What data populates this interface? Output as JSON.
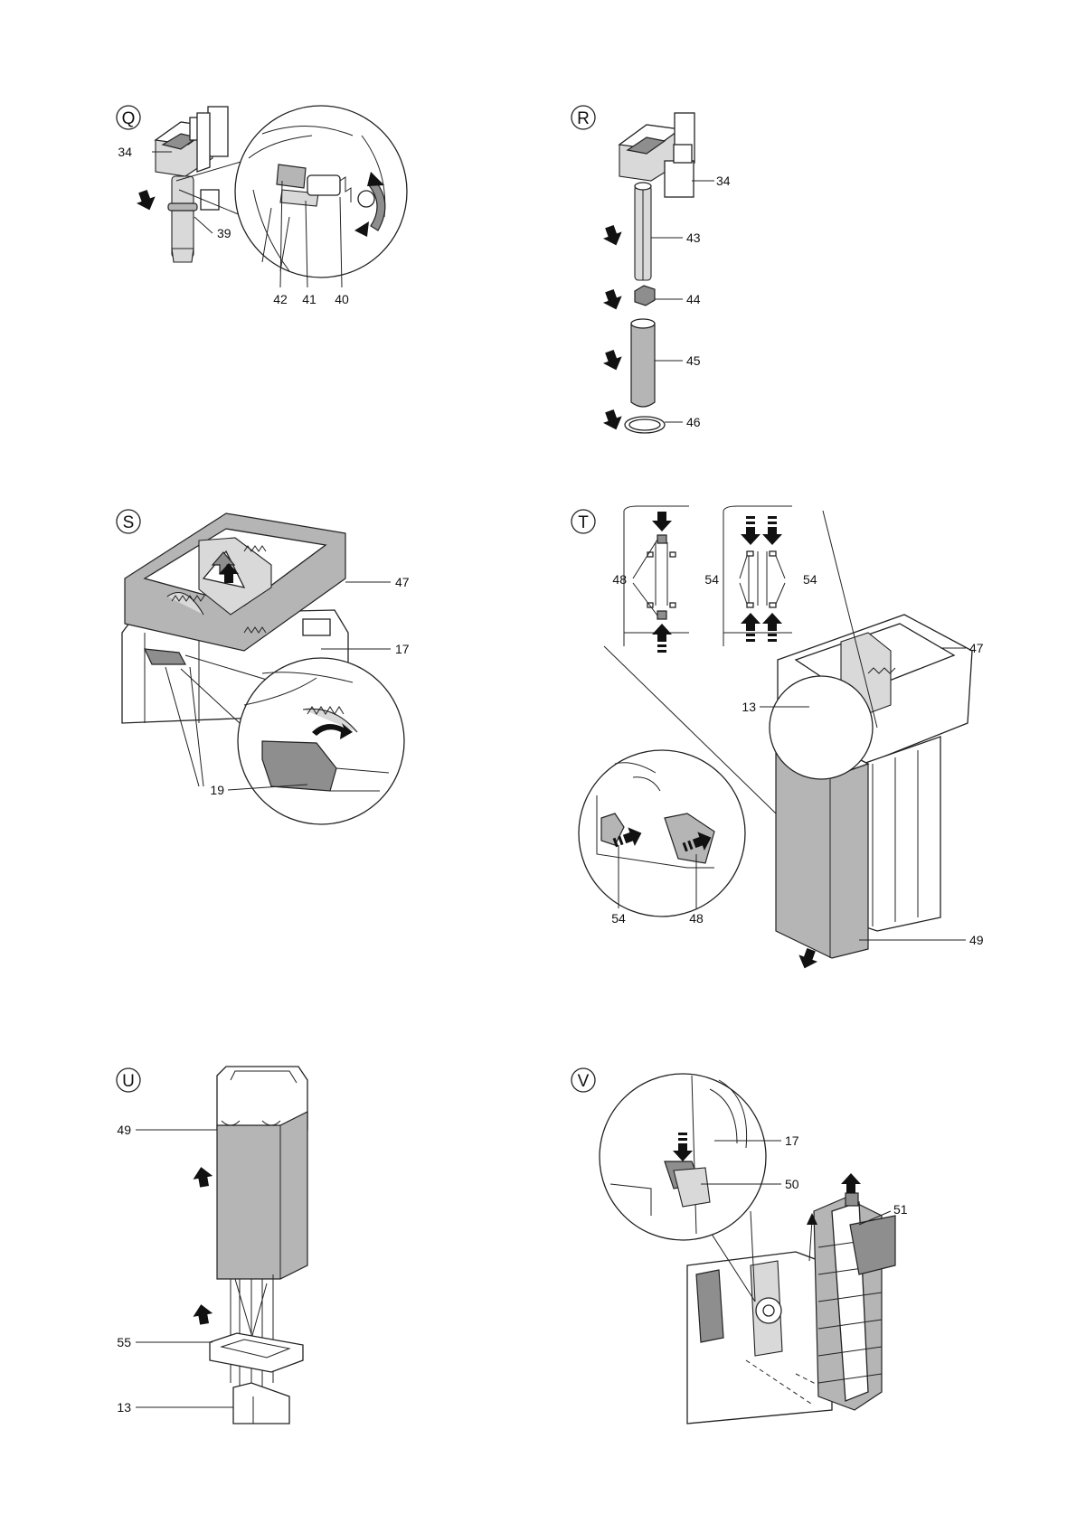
{
  "panels": {
    "q": {
      "letter": "Q",
      "labels": {
        "l34": "34",
        "l39": "39",
        "l42": "42",
        "l41": "41",
        "l40": "40"
      }
    },
    "r": {
      "letter": "R",
      "labels": {
        "l34": "34",
        "l43": "43",
        "l44": "44",
        "l45": "45",
        "l46": "46"
      }
    },
    "s": {
      "letter": "S",
      "labels": {
        "l47": "47",
        "l17": "17",
        "l19": "19"
      }
    },
    "t": {
      "letter": "T",
      "labels": {
        "l48": "48",
        "l54a": "54",
        "l54b": "54",
        "l47": "47",
        "l13": "13",
        "l54c": "54",
        "l48b": "48",
        "l49": "49"
      }
    },
    "u": {
      "letter": "U",
      "labels": {
        "l49": "49",
        "l55": "55",
        "l13": "13"
      }
    },
    "v": {
      "letter": "V",
      "labels": {
        "l17": "17",
        "l50": "50",
        "l51": "51"
      }
    }
  },
  "colors": {
    "line": "#222222",
    "fill_mid": "#b5b5b5",
    "fill_dark": "#8e8e8e",
    "fill_light": "#d9d9d9"
  }
}
